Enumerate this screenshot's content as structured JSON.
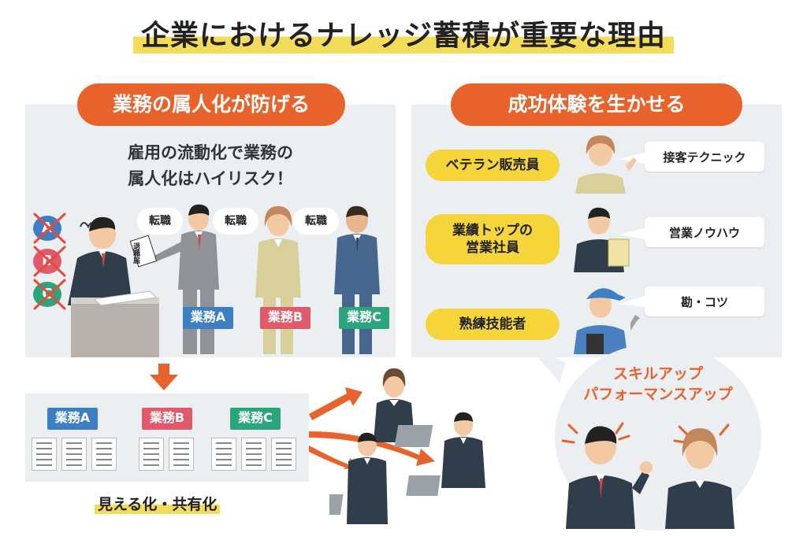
{
  "title": "企業におけるナレッジ蓄積が重要な理由",
  "left": {
    "heading": "業務の属人化が防げる",
    "lead_line1": "雇用の流動化で業務の",
    "lead_line2": "属人化はハイリスク！",
    "abc": [
      "A",
      "B",
      "C"
    ],
    "bubbles": [
      "転職",
      "転職",
      "転職"
    ],
    "paper_label": "退職届",
    "tags": [
      "業務A",
      "業務B",
      "業務C"
    ],
    "doc_tags": [
      "業務A",
      "業務B",
      "業務C"
    ],
    "bottom_label": "見える化・共有化"
  },
  "right": {
    "heading": "成功体験を生かせる",
    "roles": [
      {
        "label": "ベテラン販売員",
        "skill": "接客テクニック"
      },
      {
        "label_line1": "業績トップの",
        "label_line2": "営業社員",
        "skill": "営業ノウハウ"
      },
      {
        "label": "熟練技能者",
        "skill": "勘・コツ"
      }
    ],
    "result_line1": "スキルアップ",
    "result_line2": "パフォーマンスアップ"
  },
  "colors": {
    "orange": "#e8632c",
    "yellow": "#f5d53a",
    "panel": "#eceff2",
    "tag_a": "#3d7fc4",
    "tag_b": "#e05a6c",
    "tag_c": "#2aa67a",
    "suit": "#2f3e4a"
  }
}
